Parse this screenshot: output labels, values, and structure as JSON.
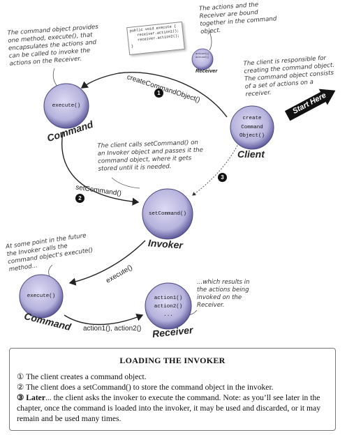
{
  "notes": {
    "command_object": "The command object provides one method, execute(), that encapsulates the actions and can be called to invoke the actions on the Receiver.",
    "actions_bound": "The actions and the Receiver are bound together in the command object.",
    "client_responsible": "The client is responsible for creating the command object. The command object consists of a set of actions on a receiver.",
    "client_calls": "The client calls setCommand() on an Invoker object and passes it the command object, where it gets stored until it is needed.",
    "future": "At some point in the future the Invoker calls the command object's execute() method...",
    "results": "...which results in the actions being invoked on the Receiver."
  },
  "code": {
    "line1": "public void execute {",
    "line2": "receiver.action1();",
    "line3": "receiver.action2();",
    "line4": "}"
  },
  "small_receiver": {
    "line1": "action1()",
    "line2": "action2()",
    "label": "Receiver"
  },
  "objects": {
    "command_top": {
      "text": "execute()",
      "label": "Command"
    },
    "client": {
      "line1": "create",
      "line2": "Command",
      "line3": "Object()",
      "label": "Client"
    },
    "invoker": {
      "text": "setCommand()",
      "label": "Invoker"
    },
    "command_bottom": {
      "text": "execute()",
      "label": "Command"
    },
    "receiver": {
      "line1": "action1()",
      "line2": "action2()",
      "line3": "...",
      "label": "Receiver"
    }
  },
  "arrows": {
    "create_command": "createCommandObject()",
    "set_command": "setCommand()",
    "execute": "execute()",
    "actions": "action1(), action2()"
  },
  "steps": {
    "s1": "1",
    "s2": "2",
    "s3": "3"
  },
  "start_here": "Start Here",
  "box": {
    "title": "LOADING THE INVOKER",
    "line1": "① The client creates a command object.",
    "line2": "② The client does a setCommand() to store the command object in the invoker.",
    "line3_bold": "③ Later",
    "line3_rest": "... the client asks the invoker to execute the command. Note: as you’ll see later in the chapter, once the command is loaded into the invoker, it may be used and discarded, or it may remain and be used many times."
  },
  "colors": {
    "orb_center": "#d4d4f0",
    "orb_edge": "#6e6aa8",
    "ink": "#222222"
  }
}
